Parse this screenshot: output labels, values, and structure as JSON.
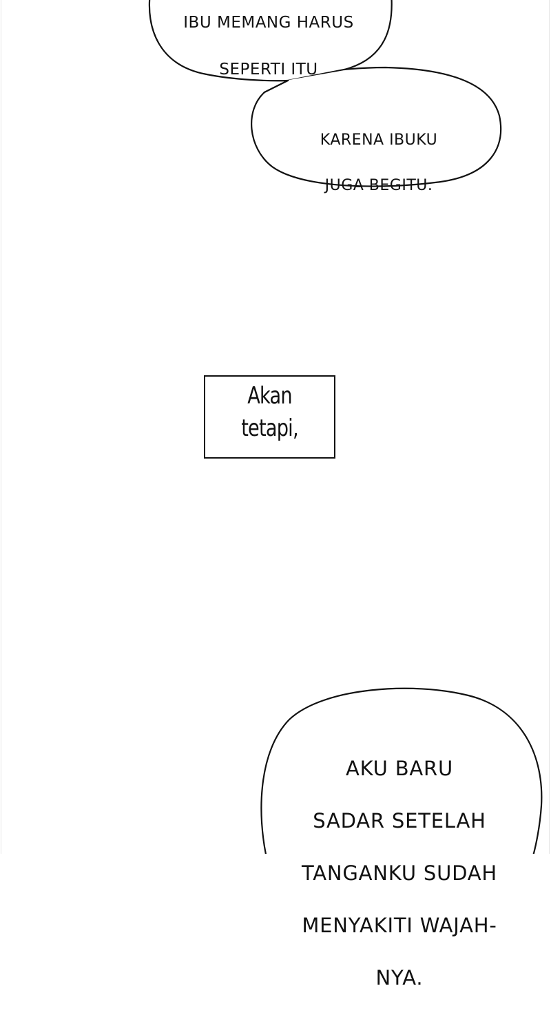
{
  "bubbles": [
    {
      "id": "bubble-1",
      "lines": [
        "IBU MEMANG HARUS",
        "SEPERTI ITU"
      ]
    },
    {
      "id": "bubble-2",
      "lines": [
        "KARENA IBUKU",
        "JUGA BEGITU."
      ]
    },
    {
      "id": "bubble-3",
      "lines": [
        "AKU BARU",
        "SADAR SETELAH",
        "TANGANKU SUDAH",
        "MENYAKITI WAJAH-",
        "NYA."
      ]
    }
  ],
  "caption": {
    "lines": [
      "Akan",
      "tetapi,"
    ]
  },
  "colors": {
    "background": "#ffffff",
    "ink": "#111111",
    "panel_edge": "#e6e6e6"
  }
}
